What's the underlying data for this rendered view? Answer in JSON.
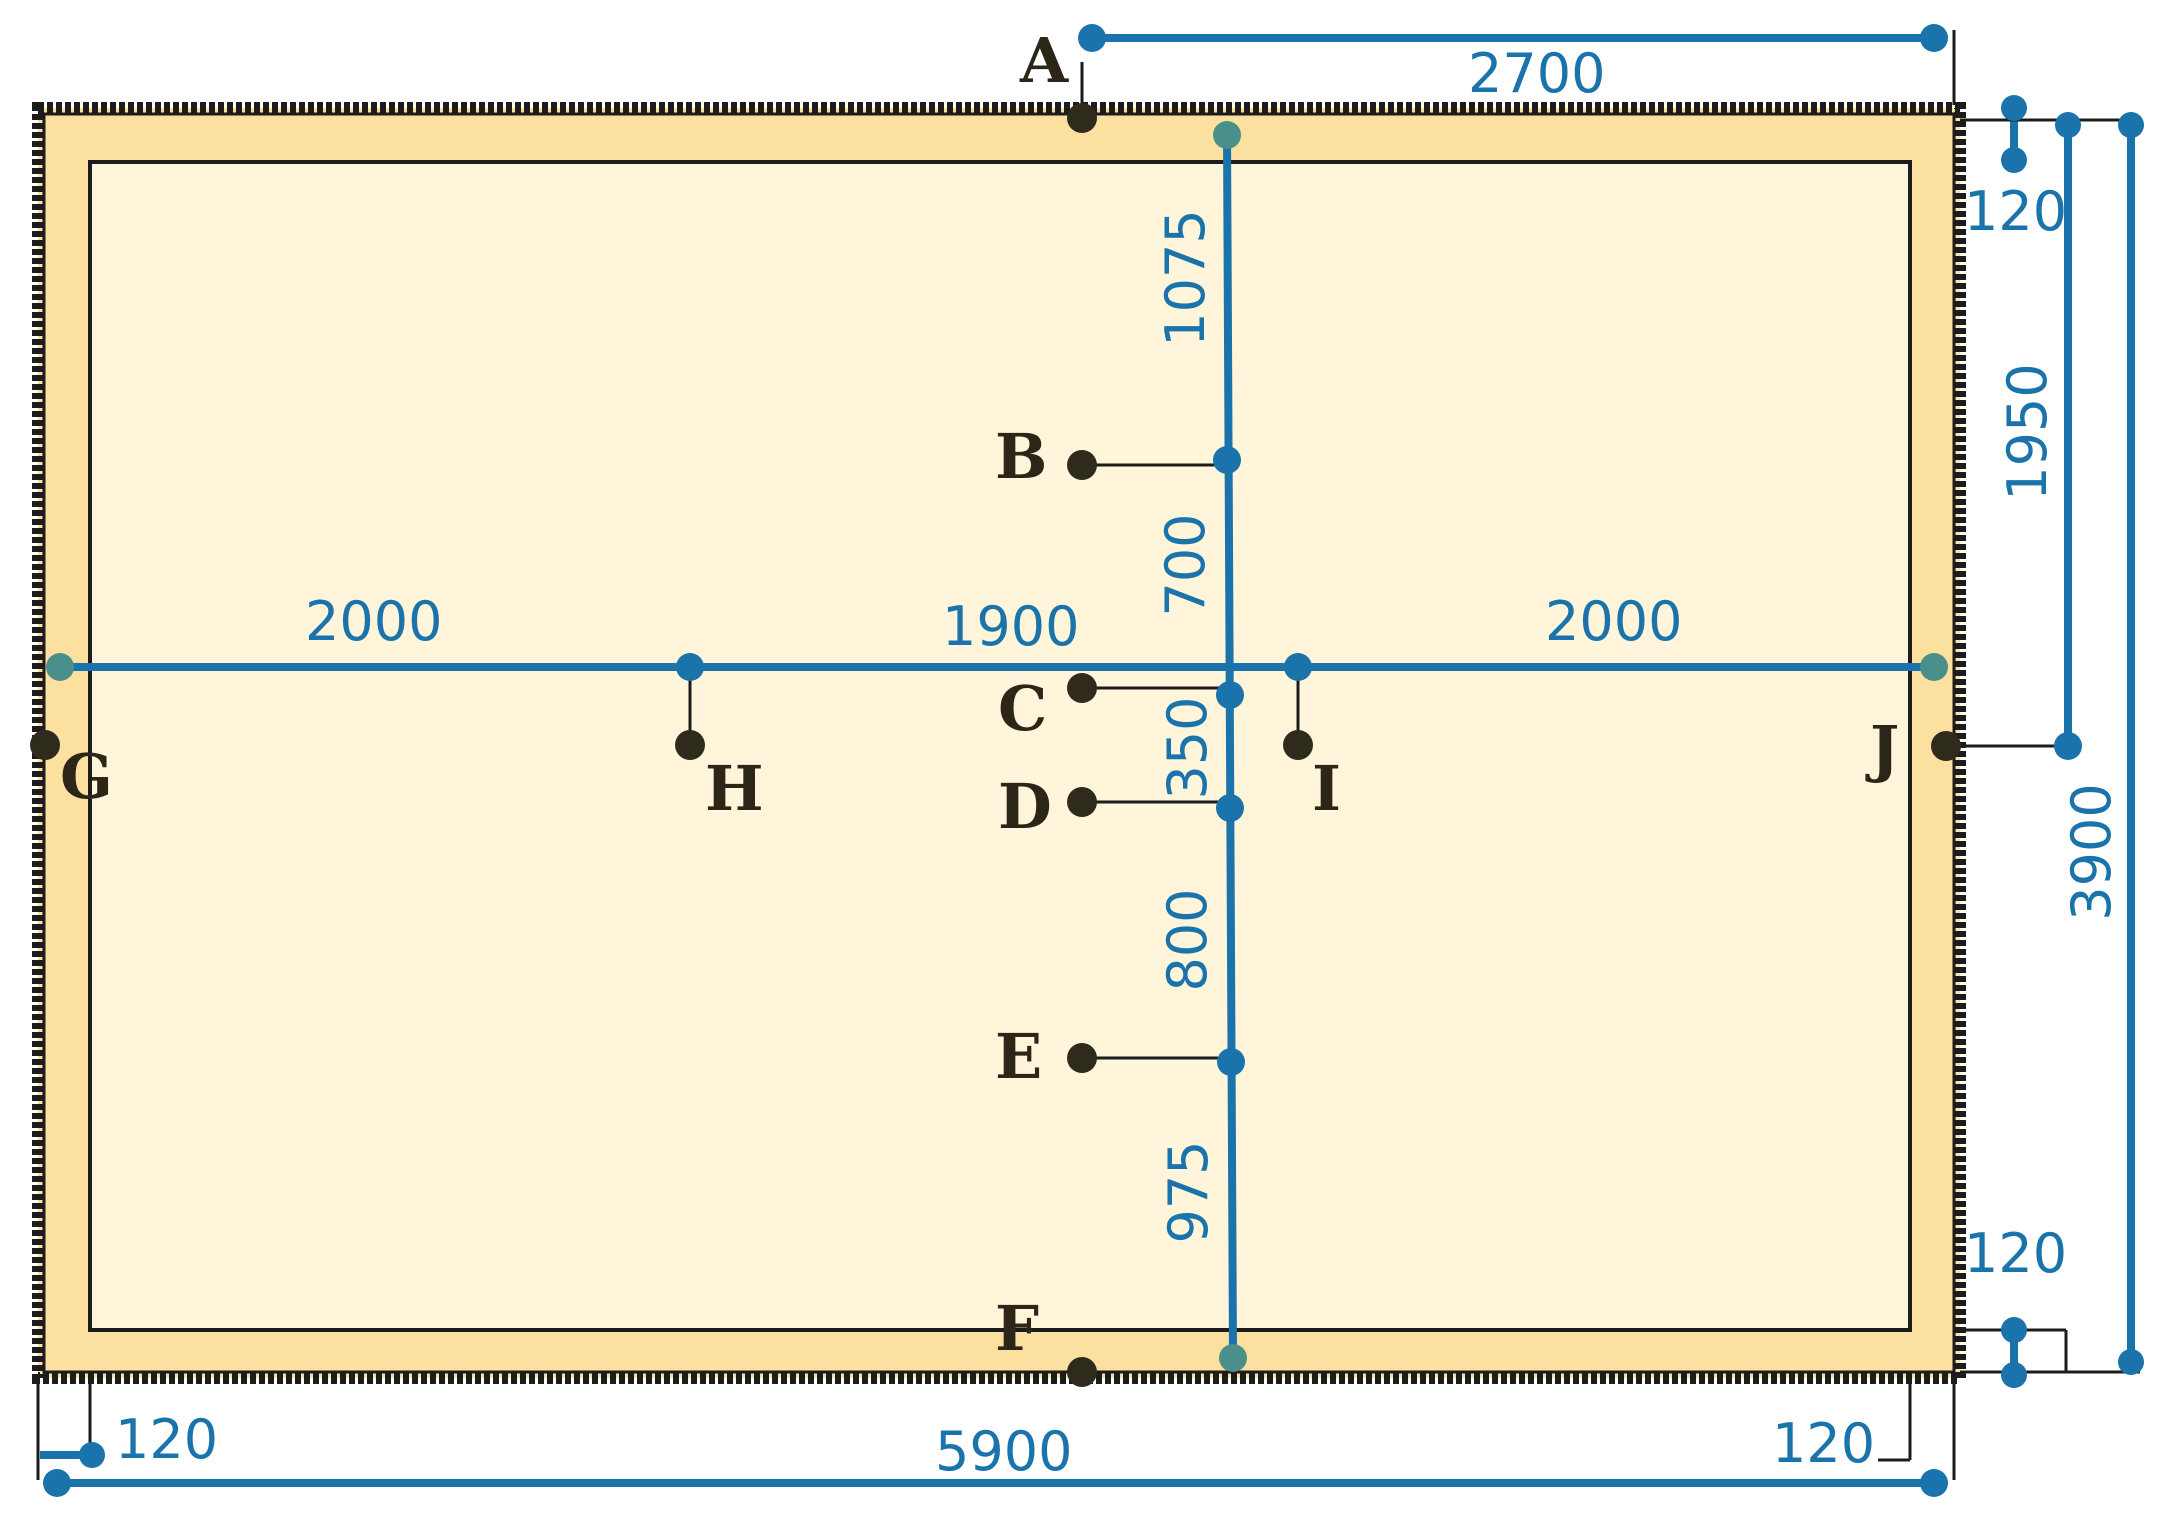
{
  "colors": {
    "dimension": "#1a73ab",
    "point": "#2e2a1c",
    "wall_fill": "#fbe0a0",
    "floor_fill": "#fff5da",
    "outline": "#1c1c1c"
  },
  "points": {
    "A": "A",
    "B": "B",
    "C": "C",
    "D": "D",
    "E": "E",
    "F": "F",
    "G": "G",
    "H": "H",
    "I": "I",
    "J": "J"
  },
  "dimensions": {
    "top_2700": "2700",
    "v_1075": "1075",
    "v_700": "700",
    "v_350": "350",
    "v_800": "800",
    "v_975": "975",
    "h_2000_left": "2000",
    "h_1900": "1900",
    "h_2000_right": "2000",
    "right_120_top": "120",
    "right_1950": "1950",
    "right_3900": "3900",
    "right_120_bottom": "120",
    "bottom_120_left": "120",
    "bottom_5900": "5900",
    "bottom_120_right": "120"
  }
}
